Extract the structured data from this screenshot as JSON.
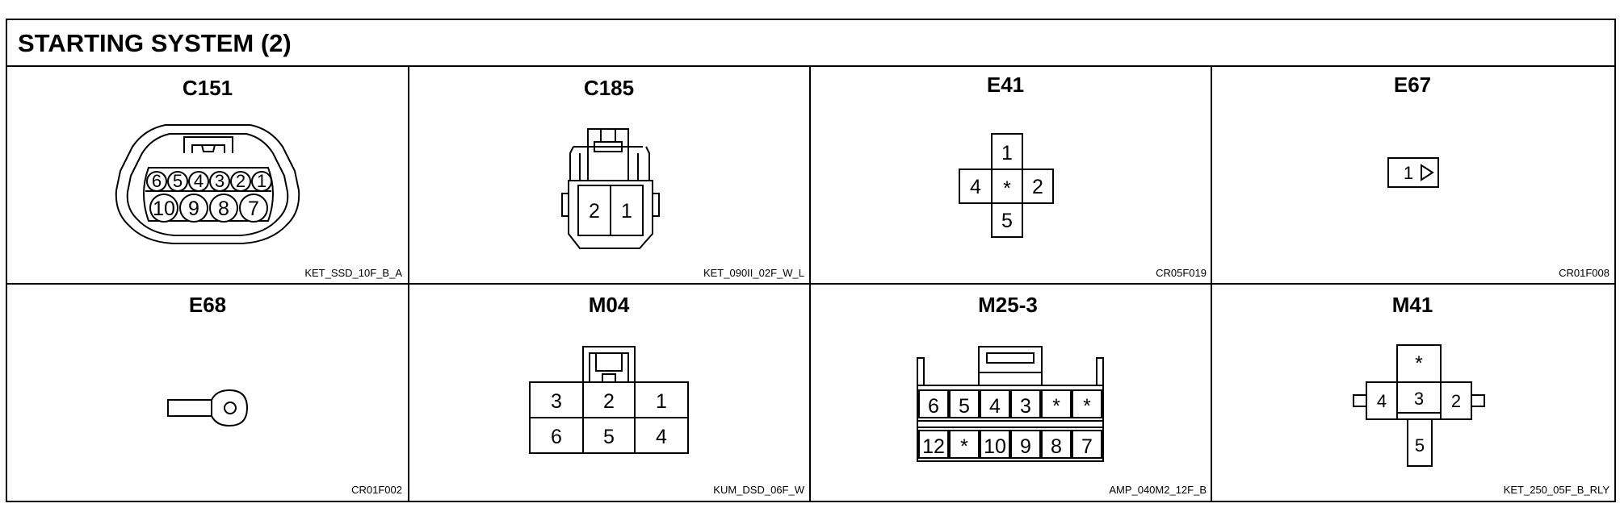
{
  "title": "STARTING SYSTEM (2)",
  "connectors": {
    "c151": {
      "name": "C151",
      "code": "KET_SSD_10F_B_A",
      "row1": [
        "6",
        "5",
        "4",
        "3",
        "2",
        "1"
      ],
      "row2": [
        "10",
        "9",
        "8",
        "7"
      ]
    },
    "c185": {
      "name": "C185",
      "code": "KET_090II_02F_W_L",
      "pins": [
        "2",
        "1"
      ]
    },
    "e41": {
      "name": "E41",
      "code": "CR05F019",
      "pins": {
        "top": "1",
        "left": "4",
        "center": "*",
        "right": "2",
        "bottom": "5"
      }
    },
    "e67": {
      "name": "E67",
      "code": "CR01F008",
      "pin": "1"
    },
    "e68": {
      "name": "E68",
      "code": "CR01F002"
    },
    "m04": {
      "name": "M04",
      "code": "KUM_DSD_06F_W",
      "row1": [
        "3",
        "2",
        "1"
      ],
      "row2": [
        "6",
        "5",
        "4"
      ]
    },
    "m25_3": {
      "name": "M25-3",
      "code": "AMP_040M2_12F_B",
      "row1": [
        "6",
        "5",
        "4",
        "3",
        "*",
        "*"
      ],
      "row2": [
        "12",
        "*",
        "10",
        "9",
        "8",
        "7"
      ]
    },
    "m41": {
      "name": "M41",
      "code": "KET_250_05F_B_RLY",
      "pins": {
        "top": "*",
        "left": "4",
        "center": "3",
        "right": "2",
        "bottom": "5"
      }
    }
  }
}
